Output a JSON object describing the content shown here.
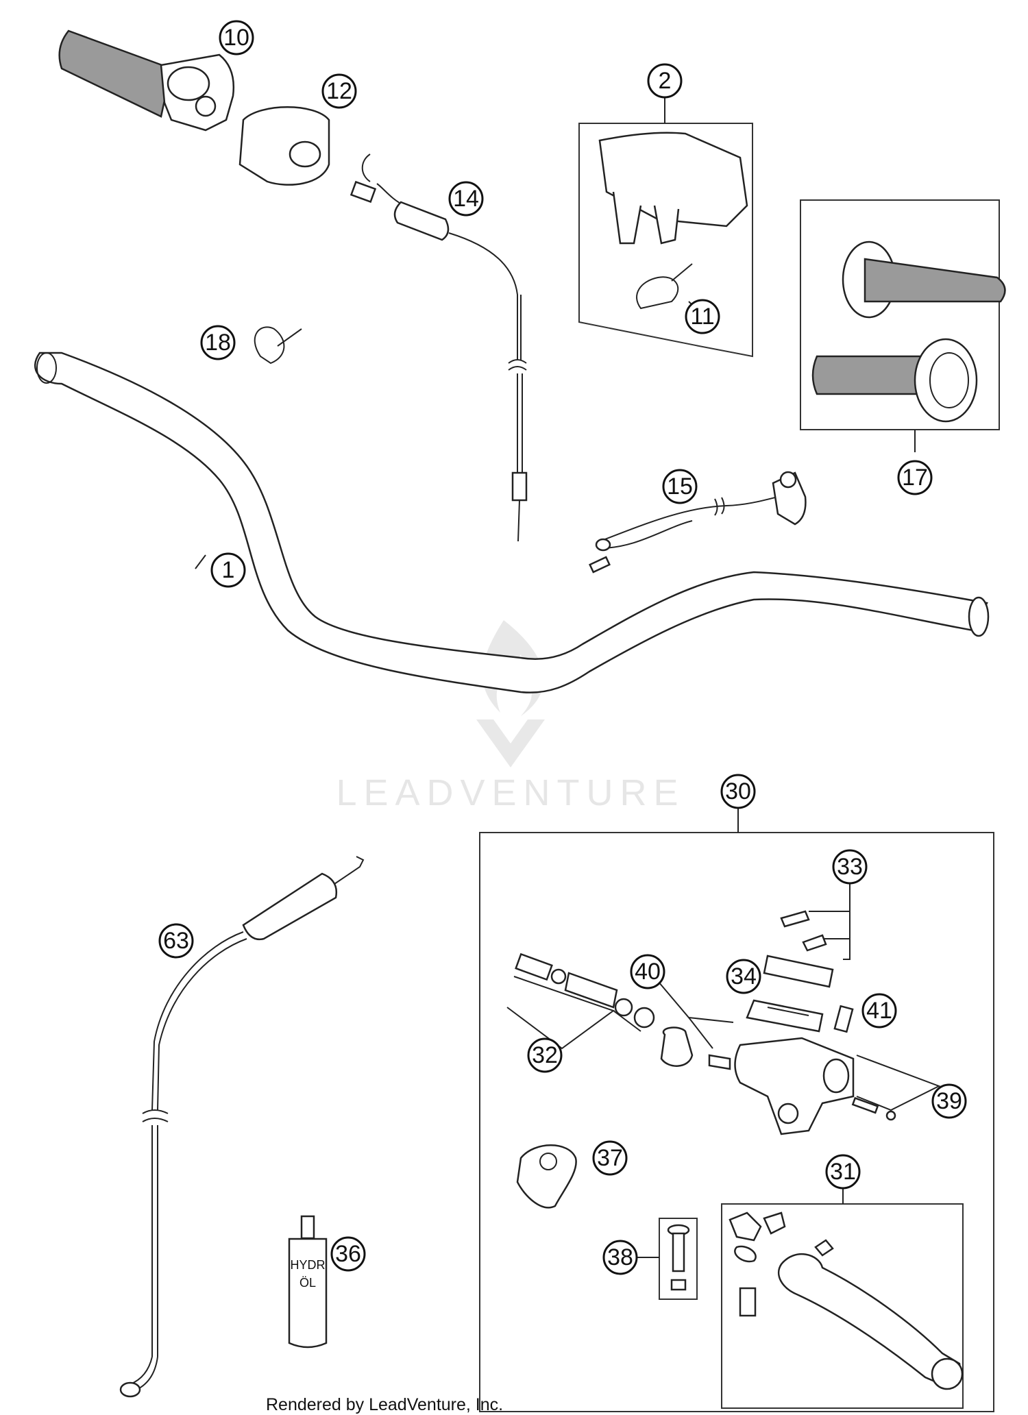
{
  "watermark": {
    "text": "LEADVENTURE"
  },
  "footer": {
    "credit": "Rendered by LeadVenture, Inc."
  },
  "callouts": [
    "1",
    "2",
    "10",
    "11",
    "12",
    "14",
    "15",
    "17",
    "18",
    "30",
    "31",
    "32",
    "33",
    "34",
    "36",
    "37",
    "38",
    "39",
    "40",
    "41",
    "63"
  ],
  "oil_bottle_label": [
    "HYDR",
    "ÖL"
  ],
  "colors": {
    "line": "#222222",
    "grip_fill": "#9a9a9a",
    "watermark": "#e4e4e4"
  }
}
